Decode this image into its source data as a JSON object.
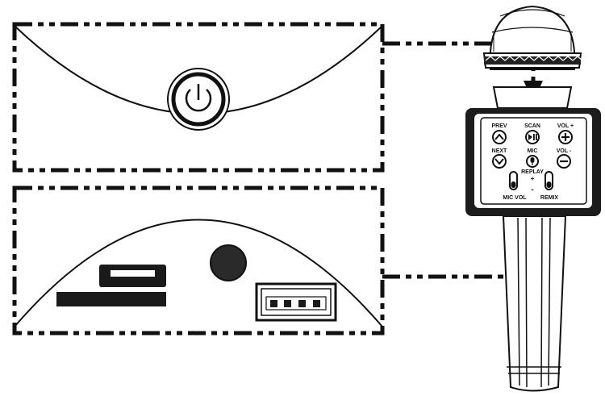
{
  "control_panel": {
    "prev_label": "PREV",
    "scan_label": "SCAN",
    "vol_up_label": "VOL +",
    "next_label": "NEXT",
    "mic_label": "MIC",
    "vol_down_label": "VOL -",
    "replay_label": "REPLAY",
    "plus_sign": "+",
    "minus_sign": "-",
    "mic_vol_label": "MIC VOL",
    "remix_label": "REMIX"
  },
  "icons": {
    "power": "power-icon",
    "micro_usb": "micro-usb-port-icon",
    "tf_slot": "tf-card-slot-icon",
    "audio_jack": "audio-jack-icon",
    "usb_a": "usb-port-icon"
  }
}
